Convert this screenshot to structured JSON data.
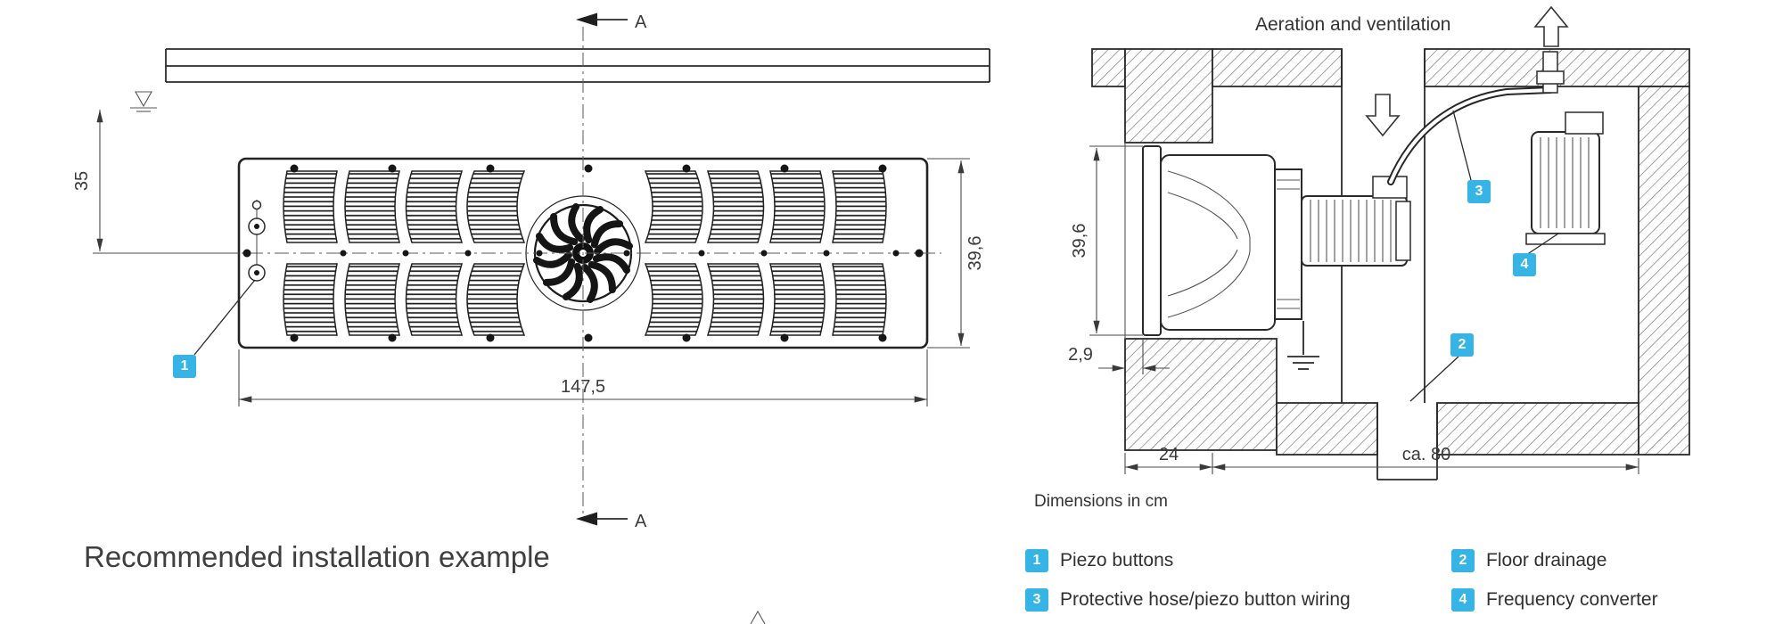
{
  "colors": {
    "accent": "#35b4e5",
    "ink": "#2a2a2a"
  },
  "left_diagram": {
    "caption": "Recommended installation example",
    "section_label": "A",
    "callout_piezo": "1",
    "dims": {
      "water_to_center": "35",
      "height": "39,6",
      "width": "147,5"
    }
  },
  "right_diagram": {
    "header": "Aeration and ventilation",
    "note": "Dimensions in cm",
    "callout_drain": "2",
    "callout_hose": "3",
    "callout_converter": "4",
    "dims": {
      "height": "39,6",
      "recess": "2,9",
      "wall_thickness": "24",
      "niche_depth": "ca. 80"
    }
  },
  "legend": {
    "items": [
      {
        "num": "1",
        "label": "Piezo buttons"
      },
      {
        "num": "2",
        "label": "Floor drainage"
      },
      {
        "num": "3",
        "label": "Protective hose/piezo button wiring"
      },
      {
        "num": "4",
        "label": "Frequency converter"
      }
    ]
  }
}
